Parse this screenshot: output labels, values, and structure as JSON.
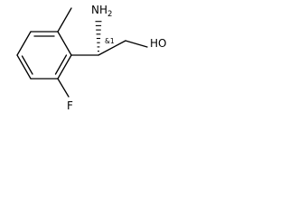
{
  "molecule": {
    "amine": {
      "element": "N",
      "hydrogens": "H",
      "count": "2"
    },
    "hydroxyl": "HO",
    "fluorine": "F",
    "stereo_descriptor": "&1"
  }
}
